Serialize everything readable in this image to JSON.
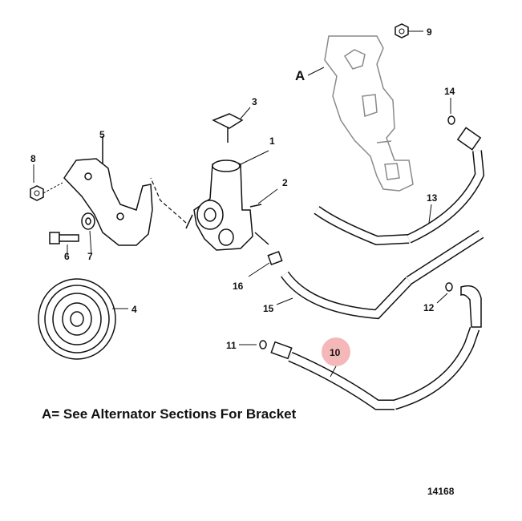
{
  "section_letter": "A",
  "callouts": [
    "1",
    "2",
    "3",
    "4",
    "5",
    "6",
    "7",
    "8",
    "9",
    "10",
    "11",
    "12",
    "13",
    "14",
    "15",
    "16"
  ],
  "highlighted_callout": "10",
  "footnote": "A= See Alternator Sections For Bracket",
  "figure_id": "14168",
  "colors": {
    "highlight": "#f2a0a0",
    "ink": "#111111",
    "bracket": "#8a8a8a"
  }
}
